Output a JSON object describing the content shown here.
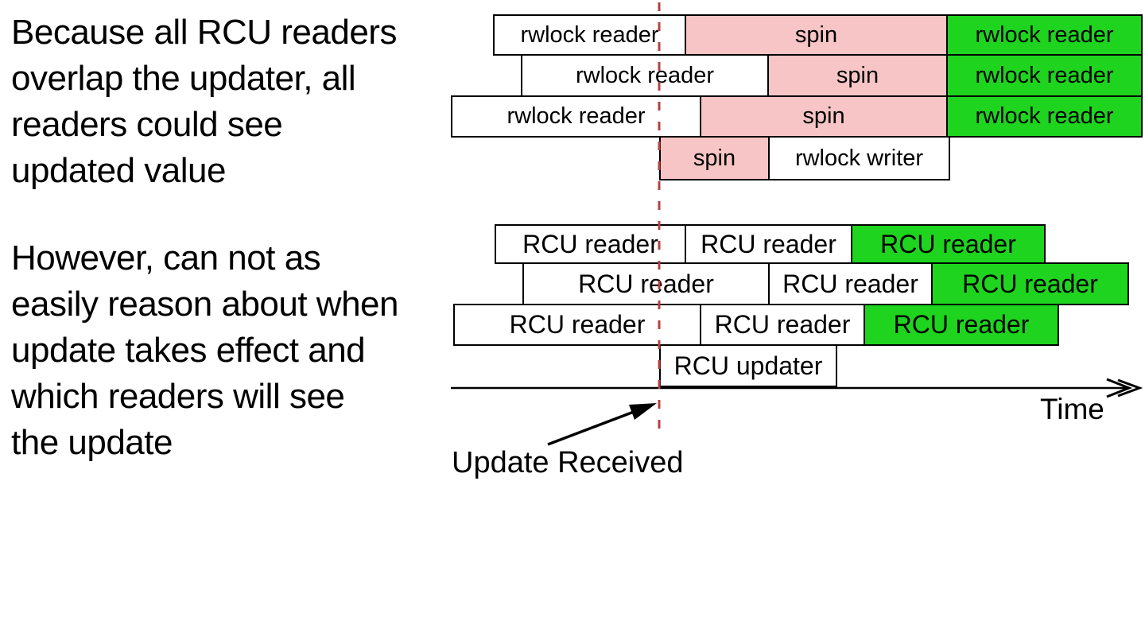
{
  "text": {
    "block1": {
      "lines": [
        "Because all RCU readers",
        "overlap the updater, all",
        "readers could see",
        "updated value"
      ]
    },
    "block2": {
      "lines": [
        "However, can not as",
        "easily reason about when",
        "update takes effect and",
        "which readers will see",
        "the update"
      ]
    }
  },
  "diagram": {
    "rwlock": {
      "rows": [
        {
          "segments": [
            {
              "label": "rwlock reader",
              "kind": "reader"
            },
            {
              "label": "spin",
              "kind": "spin"
            },
            {
              "label": "rwlock reader",
              "kind": "reader-after-update"
            }
          ]
        },
        {
          "segments": [
            {
              "label": "rwlock reader",
              "kind": "reader"
            },
            {
              "label": "spin",
              "kind": "spin"
            },
            {
              "label": "rwlock reader",
              "kind": "reader-after-update"
            }
          ]
        },
        {
          "segments": [
            {
              "label": "rwlock reader",
              "kind": "reader"
            },
            {
              "label": "spin",
              "kind": "spin"
            },
            {
              "label": "rwlock reader",
              "kind": "reader-after-update"
            }
          ]
        },
        {
          "segments": [
            {
              "label": "spin",
              "kind": "spin"
            },
            {
              "label": "rwlock writer",
              "kind": "writer"
            }
          ]
        }
      ]
    },
    "rcu": {
      "rows": [
        {
          "segments": [
            {
              "label": "RCU reader",
              "kind": "reader"
            },
            {
              "label": "RCU reader",
              "kind": "reader"
            },
            {
              "label": "RCU reader",
              "kind": "reader-after-update"
            }
          ]
        },
        {
          "segments": [
            {
              "label": "RCU reader",
              "kind": "reader"
            },
            {
              "label": "RCU reader",
              "kind": "reader"
            },
            {
              "label": "RCU reader",
              "kind": "reader-after-update"
            }
          ]
        },
        {
          "segments": [
            {
              "label": "RCU reader",
              "kind": "reader"
            },
            {
              "label": "RCU reader",
              "kind": "reader"
            },
            {
              "label": "RCU reader",
              "kind": "reader-after-update"
            }
          ]
        },
        {
          "segments": [
            {
              "label": "RCU updater",
              "kind": "updater"
            }
          ]
        }
      ]
    },
    "time_label": "Time",
    "annotation_label": "Update Received",
    "colors": {
      "spin_fill": "#f7c5c5",
      "after_update_fill": "#1ed41e",
      "update_received_line": "#b44040",
      "box_border": "#000000"
    }
  }
}
